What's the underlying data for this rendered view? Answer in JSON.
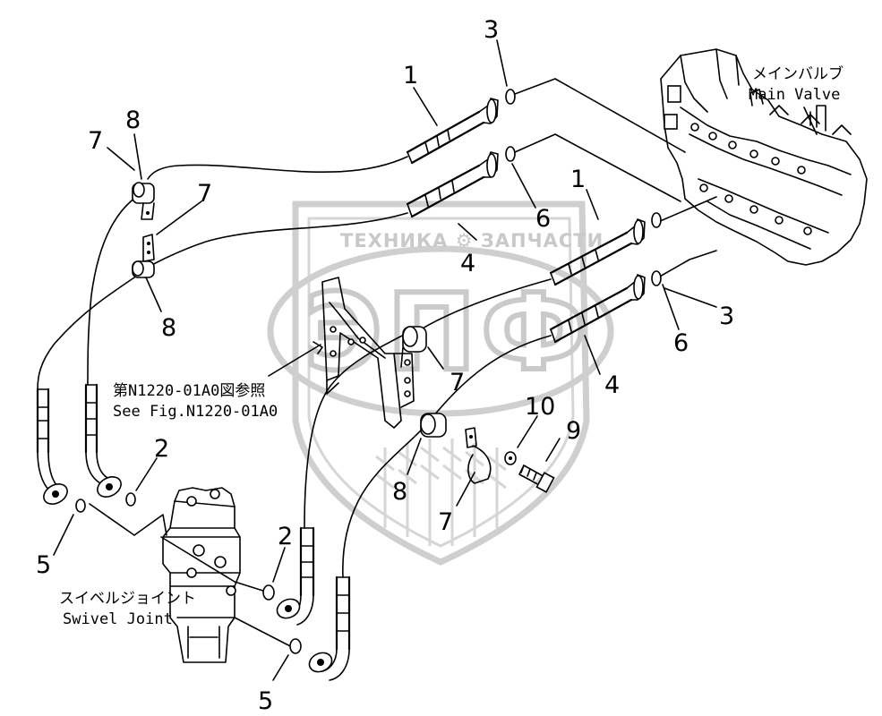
{
  "watermark": {
    "brand_text": "ТЕХНИКА ⚙ ЗАПЧАСТИ",
    "logo_letters": "ЭПФ"
  },
  "labels": {
    "main_valve_jp": "メインバルブ",
    "main_valve_en": "Main Valve",
    "swivel_jp": "スイベルジョイント",
    "swivel_en": "Swivel Joint",
    "ref_jp": "第N1220-01A0図参照",
    "ref_en": "See Fig.N1220-01A0"
  },
  "callouts": {
    "hose_upper_1": "1",
    "hose_mid_1": "1",
    "oring_top_3": "3",
    "oring_right_3": "3",
    "hose_upper_4": "4",
    "hose_mid_4": "4",
    "oring_6_upper": "6",
    "oring_6_lower": "6",
    "clamp_7_a": "7",
    "clamp_7_b": "7",
    "clamp_7_c": "7",
    "clamp_7_d": "7",
    "cushion_8_a": "8",
    "cushion_8_b": "8",
    "cushion_8_c": "8",
    "oring_2_a": "2",
    "oring_2_b": "2",
    "oring_5_a": "5",
    "oring_5_b": "5",
    "bolt_9": "9",
    "washer_10": "10"
  }
}
